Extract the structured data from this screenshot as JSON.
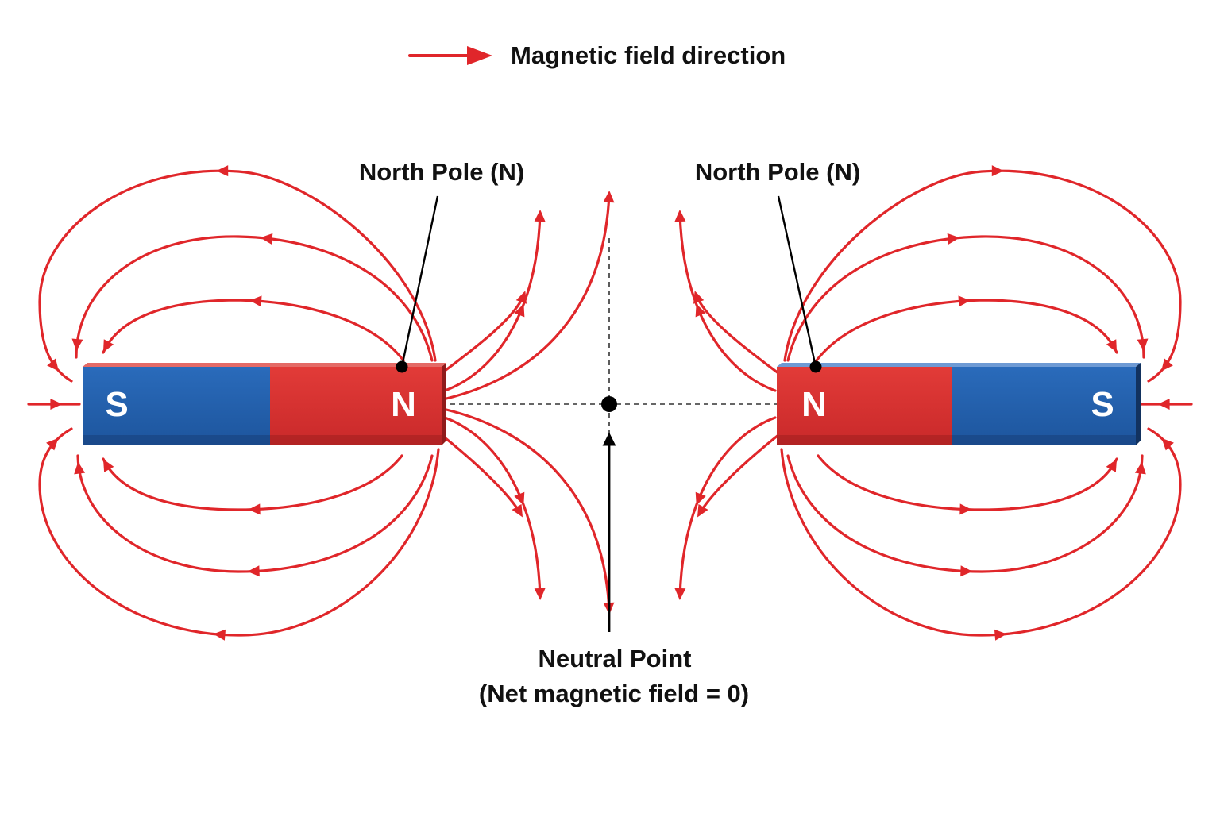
{
  "legend": {
    "label": "Magnetic field direction",
    "arrow_icon": "red-right-arrow-icon"
  },
  "magnets": [
    {
      "left_pole": "S",
      "right_pole": "N"
    },
    {
      "left_pole": "N",
      "right_pole": "S"
    }
  ],
  "labels": {
    "north_pole_left": "North Pole (N)",
    "north_pole_right": "North Pole (N)",
    "neutral_line1": "Neutral Point",
    "neutral_line2": "(Net magnetic field = 0)"
  },
  "colors": {
    "field_line": "#e0262a",
    "north": "#d9312f",
    "north_dark": "#a41f1f",
    "south": "#2160ad",
    "south_dark": "#173f7a",
    "pointer": "#000000"
  }
}
